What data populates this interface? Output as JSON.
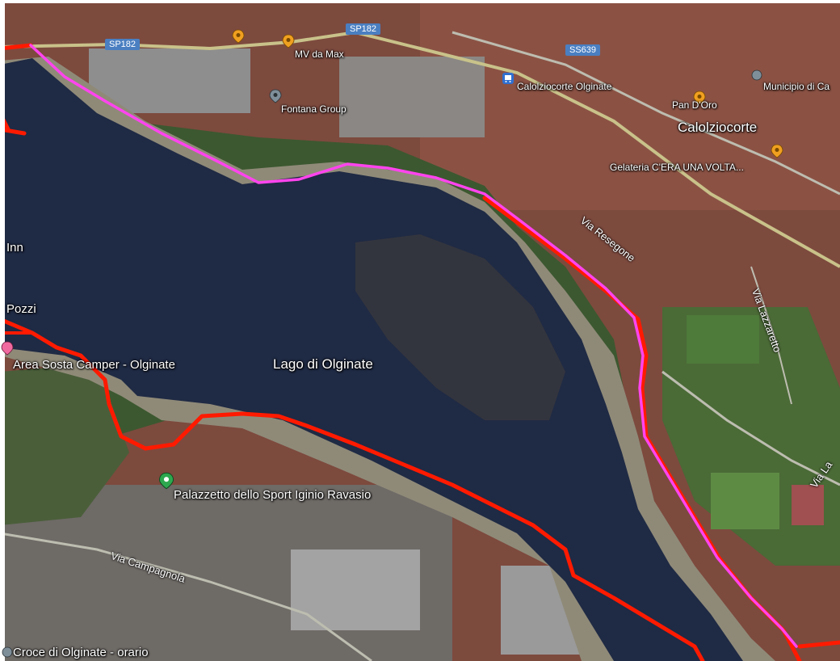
{
  "map": {
    "water_label": "Lago di Olginate",
    "place_labels": {
      "town": "Calolziocorte",
      "sports_hall": "Palazzetto dello Sport Iginio Ravasio",
      "camper_area": "Area Sosta Camper - Olginate",
      "inn_partial": "Inn",
      "pozzi_partial": "Pozzi",
      "fontana": "Fontana Group",
      "mv": "MV da Max",
      "station": "Calolziocorte Olginate",
      "pan_doro": "Pan D'Oro",
      "gelateria": "Gelateria C'ERA UNA VOLTA...",
      "municipio": "Municipio di Ca",
      "croce": "Croce di Olginate - orario"
    },
    "road_labels": {
      "sp182_left": "SP182",
      "sp182_right": "SP182",
      "ss639": "SS639",
      "via_resegone": "Via Resegone",
      "via_lazzaretto": "Via Lazzaretto",
      "via_campagnola": "Via Campagnola",
      "via_la": "Via La"
    },
    "colors": {
      "water": "#1f2a44",
      "shore": "#8a8a78",
      "urban": "#7d4a3e",
      "vegetation": "#36512a",
      "route_red": "#ff1a00",
      "route_magenta": "#ff44ee",
      "road_shield": "#4a7fc1",
      "pin_orange": "#f0a020",
      "pin_green": "#2ea84f",
      "pin_blue": "#2f6fd0",
      "pin_pink": "#f06aa0"
    },
    "icons": {
      "food_pin": "orange-food-pin-icon",
      "sports_pin": "green-sports-pin-icon",
      "train_pin": "blue-train-icon",
      "camper_pin": "pink-camper-pin-icon",
      "business_pin": "gray-business-pin-icon"
    }
  }
}
